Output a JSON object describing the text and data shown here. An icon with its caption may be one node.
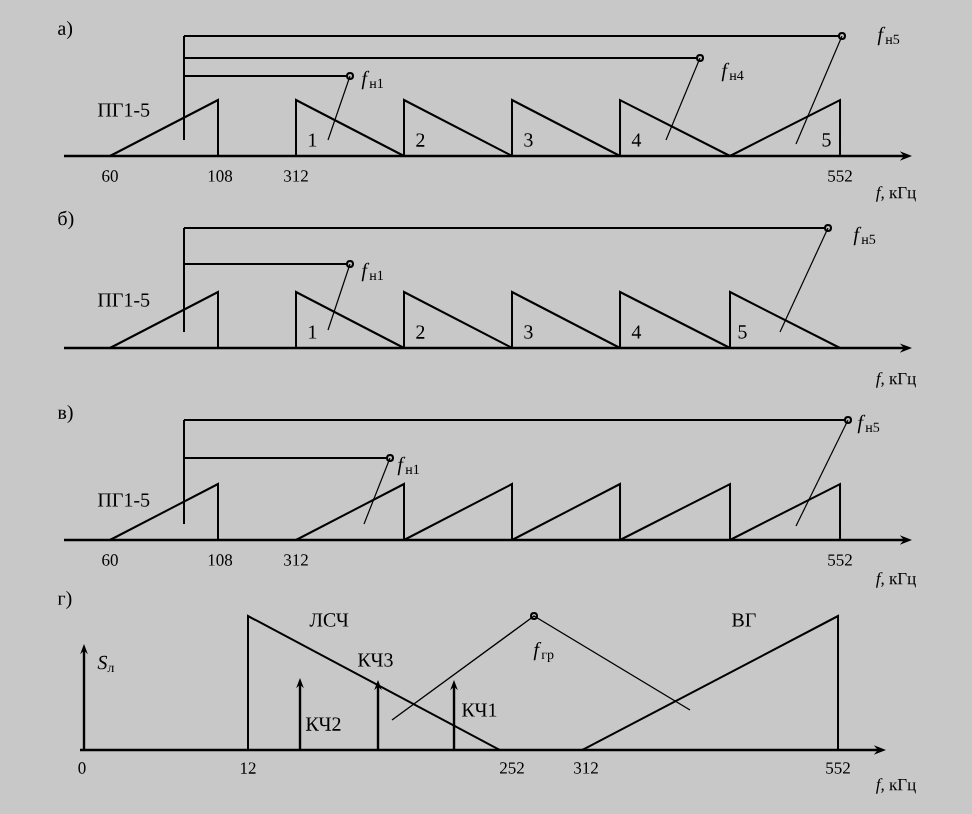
{
  "diagram": {
    "labels": [
      "а)",
      "*f*$_{н5}$",
      "*f*$_{н4}$",
      "*f*$_{н1}$",
      "ПГ1-5",
      "1",
      "2",
      "3",
      "4",
      "5",
      "60",
      "108",
      "312",
      "552",
      "*f*, кГц",
      "б)",
      "*f*$_{н5}$",
      "*f*$_{н1}$",
      "ПГ1-5",
      "1",
      "2",
      "3",
      "4",
      "5",
      "*f*, кГц",
      "в)",
      "*f*$_{н5}$",
      "*f*$_{н1}$",
      "ПГ1-5",
      "60",
      "108",
      "312",
      "552",
      "*f*, кГц",
      "г)",
      "ЛСЧ",
      "ВГ",
      "*S*$_{л}$",
      "КЧ3",
      "*f*$_{гр}$",
      "КЧ1",
      "КЧ2",
      "0",
      "12",
      "252",
      "312",
      "552",
      "*f*, кГц"
    ]
  }
}
